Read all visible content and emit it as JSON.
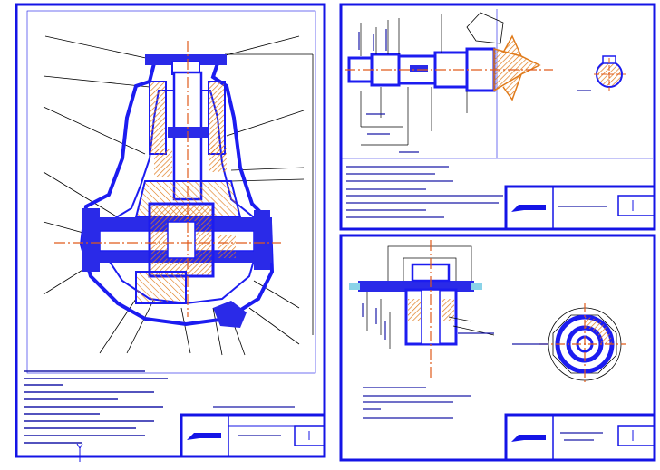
{
  "sheets": [
    {
      "id": "assembly",
      "view_label": "",
      "title_block_text": "",
      "sheet_number": ""
    },
    {
      "id": "shaft",
      "view_label": "",
      "title_block_text": "",
      "sheet_number": ""
    },
    {
      "id": "hub",
      "view_label": "",
      "title_block_text": "",
      "sheet_number": ""
    }
  ],
  "colors": {
    "frame": "#1414e6",
    "part_outline": "#1c1cf0",
    "part_fill": "#2a2ae8",
    "hatching": "#e07a1a",
    "center_line": "#e05a1a",
    "leader": "#000000",
    "detail_fill": "#8ad3e8"
  },
  "icons": [
    "coordinate-y-icon"
  ]
}
